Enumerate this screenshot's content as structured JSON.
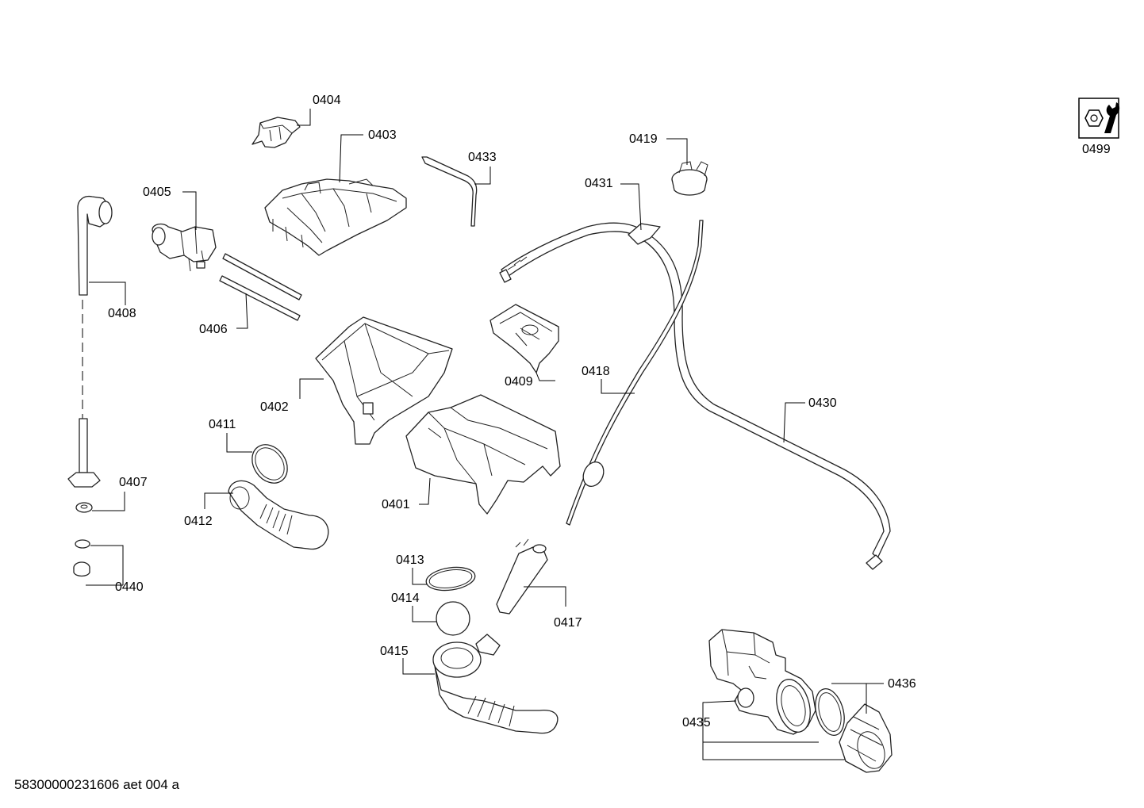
{
  "labels": {
    "p0404": "0404",
    "p0403": "0403",
    "p0433": "0433",
    "p0419": "0419",
    "p0431": "0431",
    "p0405": "0405",
    "p0408": "0408",
    "p0406": "0406",
    "p0409": "0409",
    "p0418": "0418",
    "p0430": "0430",
    "p0402": "0402",
    "p0411": "0411",
    "p0407": "0407",
    "p0412": "0412",
    "p0401": "0401",
    "p0440": "0440",
    "p0413": "0413",
    "p0414": "0414",
    "p0417": "0417",
    "p0415": "0415",
    "p0436": "0436",
    "p0435": "0435",
    "p0499": "0499"
  },
  "footer": "58300000231606 aet 004 a",
  "icons": {
    "service_tool": "wrench-nut-icon"
  }
}
